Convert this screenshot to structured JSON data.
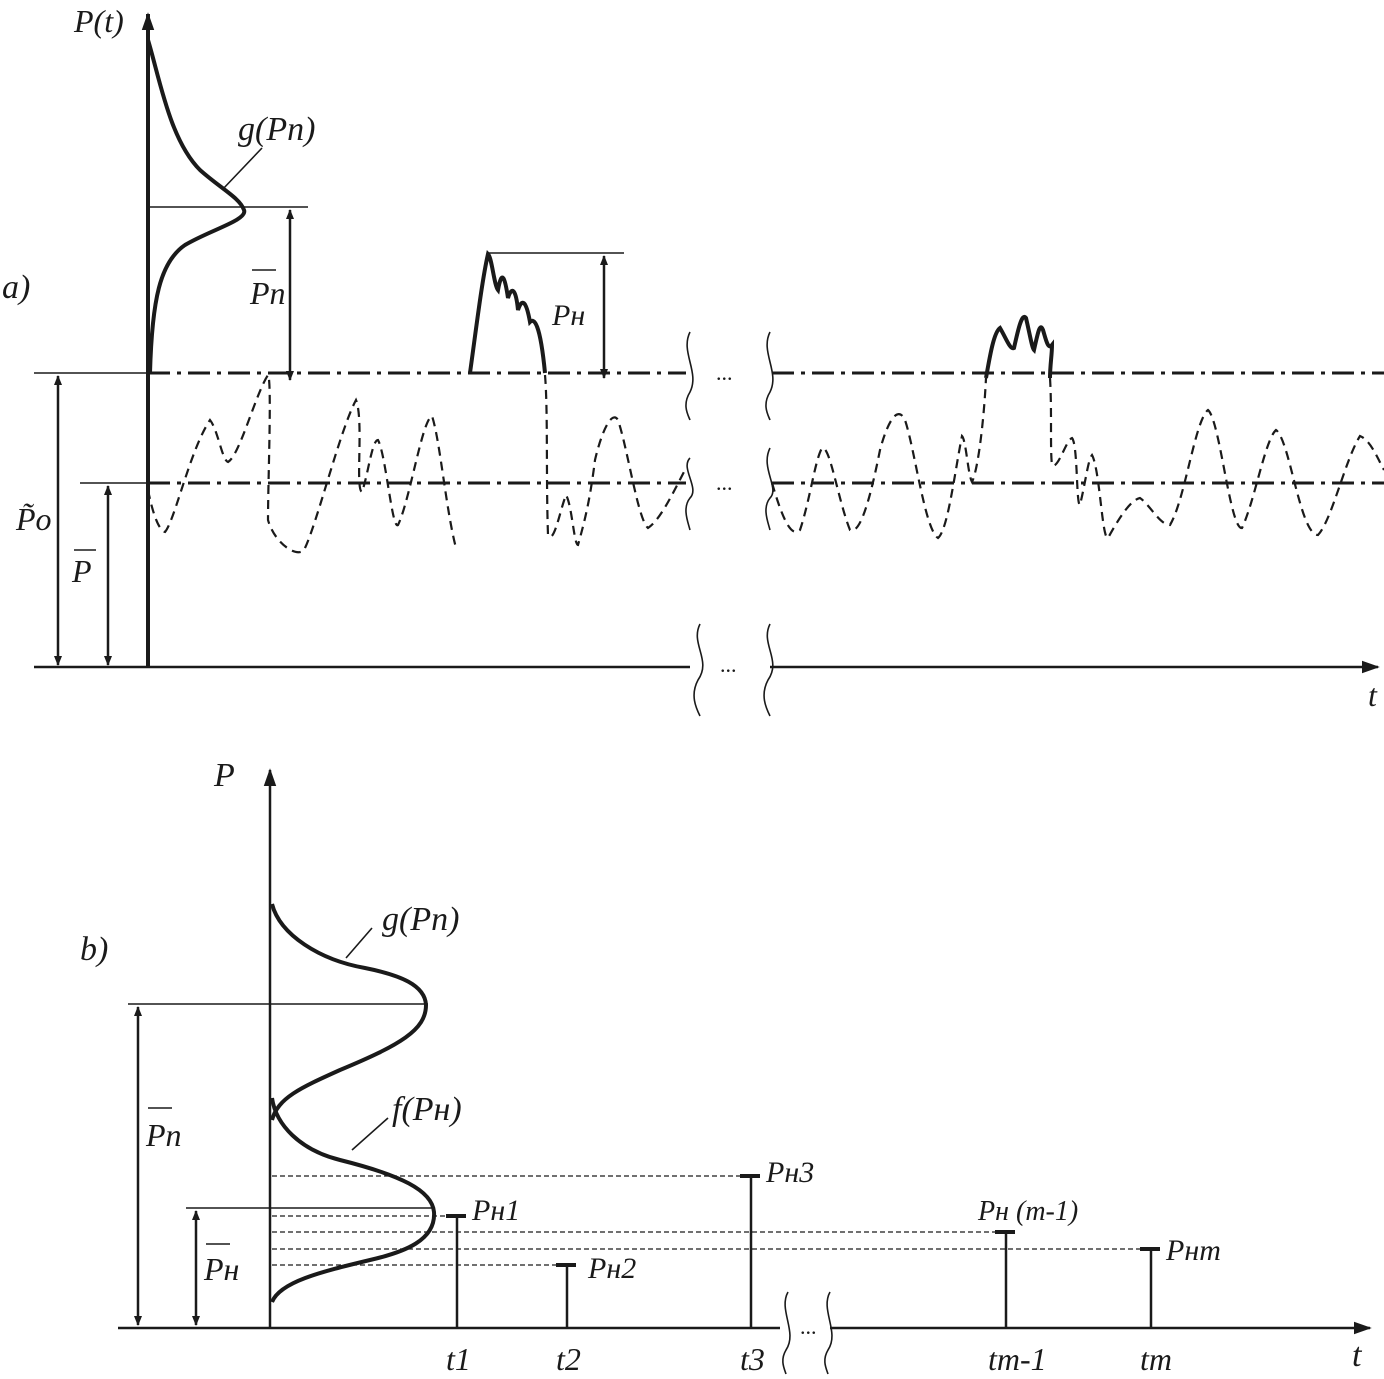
{
  "panel_a": {
    "panel_label": "a)",
    "y_axis_label": "P(t)",
    "x_axis_label": "t",
    "dist_label": "g(Pп)",
    "mean_strength_label": "Pп",
    "load_peak_label": "Pн",
    "envelope_label": "P̃o",
    "mean_label": "P",
    "ellipsis": "..."
  },
  "panel_b": {
    "panel_label": "b)",
    "y_axis_label": "P",
    "x_axis_label": "t",
    "strength_dist_label": "g(Pп)",
    "load_dist_label": "f(Pн)",
    "mean_strength_label": "Pп",
    "mean_load_label": "Pн",
    "ellipsis": "...",
    "loads": [
      {
        "label": "Pн1",
        "time": "t1"
      },
      {
        "label": "Pн2",
        "time": "t2"
      },
      {
        "label": "Pн3",
        "time": "t3"
      },
      {
        "label": "Pн (m-1)",
        "time": "tm-1"
      },
      {
        "label": "Pнm",
        "time": "tm"
      }
    ]
  }
}
